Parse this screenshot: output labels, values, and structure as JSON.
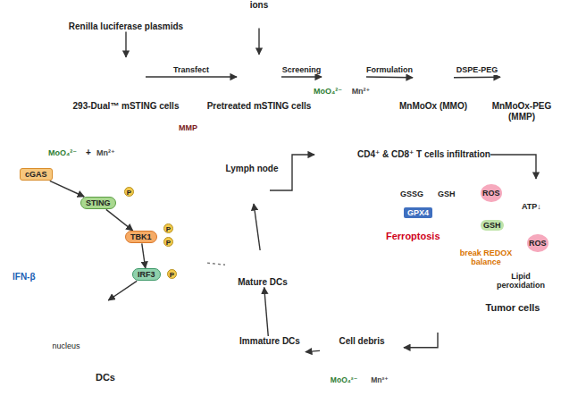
{
  "diagram": {
    "nodes": [
      {
        "text": [
          "Renilla luciferase plasmids"
        ]
      },
      {
        "text": [
          "ions"
        ]
      },
      {
        "text": [
          "293-Dual™ mSTING cells"
        ]
      },
      {
        "text": [
          "Pretreated mSTING cells"
        ]
      },
      {
        "text": [
          "MoO₄²⁻"
        ]
      },
      {
        "text": [
          "Mn²⁺"
        ]
      },
      {
        "text": [
          "MnMoOx (MMO)"
        ]
      },
      {
        "text": [
          "MnMoOx-PEG (MMP)"
        ]
      },
      {
        "text": [
          "DCs"
        ]
      },
      {
        "text": [
          "cGAS"
        ],
        "in": 8
      },
      {
        "text": [
          "STING"
        ],
        "in": 8
      },
      {
        "text": [
          "TBK1"
        ],
        "in": 8
      },
      {
        "text": [
          "IRF3"
        ],
        "in": 8
      },
      {
        "text": [
          "nucleus"
        ],
        "in": 8
      },
      {
        "text": [
          "Lymph node"
        ]
      },
      {
        "text": [
          "Mature DCs"
        ]
      },
      {
        "text": [
          "CD4⁺ & CD8⁺ T cells infiltration"
        ]
      },
      {
        "text": [
          "Tumor cells"
        ]
      },
      {
        "text": [
          "Cell debris"
        ]
      },
      {
        "text": [
          "Immature DCs"
        ]
      }
    ],
    "edges": [
      {
        "from": 0,
        "to": 2,
        "arrow": "to"
      },
      {
        "from": 1,
        "to": 3,
        "arrow": "to"
      },
      {
        "from": 2,
        "to": 3,
        "label": "Transfect",
        "arrow": "to"
      },
      {
        "from": 3,
        "to": 4,
        "label": "Screening",
        "arrow": "to"
      },
      {
        "from": 5,
        "to": 6,
        "label": "Formulation",
        "arrow": "to"
      },
      {
        "from": 6,
        "to": 7,
        "label": "DSPE-PEG",
        "arrow": "to"
      },
      {
        "from": 9,
        "to": 10,
        "arrow": "to"
      },
      {
        "from": 10,
        "to": 11,
        "arrow": "to"
      },
      {
        "from": 11,
        "to": 12,
        "arrow": "to"
      },
      {
        "from": 12,
        "to": 13,
        "arrow": "to"
      },
      {
        "from": 8,
        "to": 15,
        "arrow": "none"
      },
      {
        "from": 15,
        "to": 14,
        "arrow": "to"
      },
      {
        "from": 14,
        "to": 16,
        "arrow": "to"
      },
      {
        "from": 16,
        "to": 17,
        "arrow": "to"
      },
      {
        "from": 17,
        "to": 18,
        "arrow": "to"
      },
      {
        "from": 18,
        "to": 19,
        "arrow": "to"
      },
      {
        "from": 19,
        "to": 15,
        "arrow": "to"
      }
    ],
    "labels": [
      "MMP",
      "MoO₄²⁻",
      "+",
      "Mn²⁺",
      "P",
      "P",
      "P",
      "P",
      "IFN-β",
      "GSSG",
      "GSH",
      "ROS",
      "ATP↓",
      "GPX4",
      "Ferroptosis",
      "GSH",
      "ROS",
      "break REDOX balance",
      "Lipid peroxidation",
      "MoO₄²⁻",
      "Mn²⁺"
    ]
  }
}
